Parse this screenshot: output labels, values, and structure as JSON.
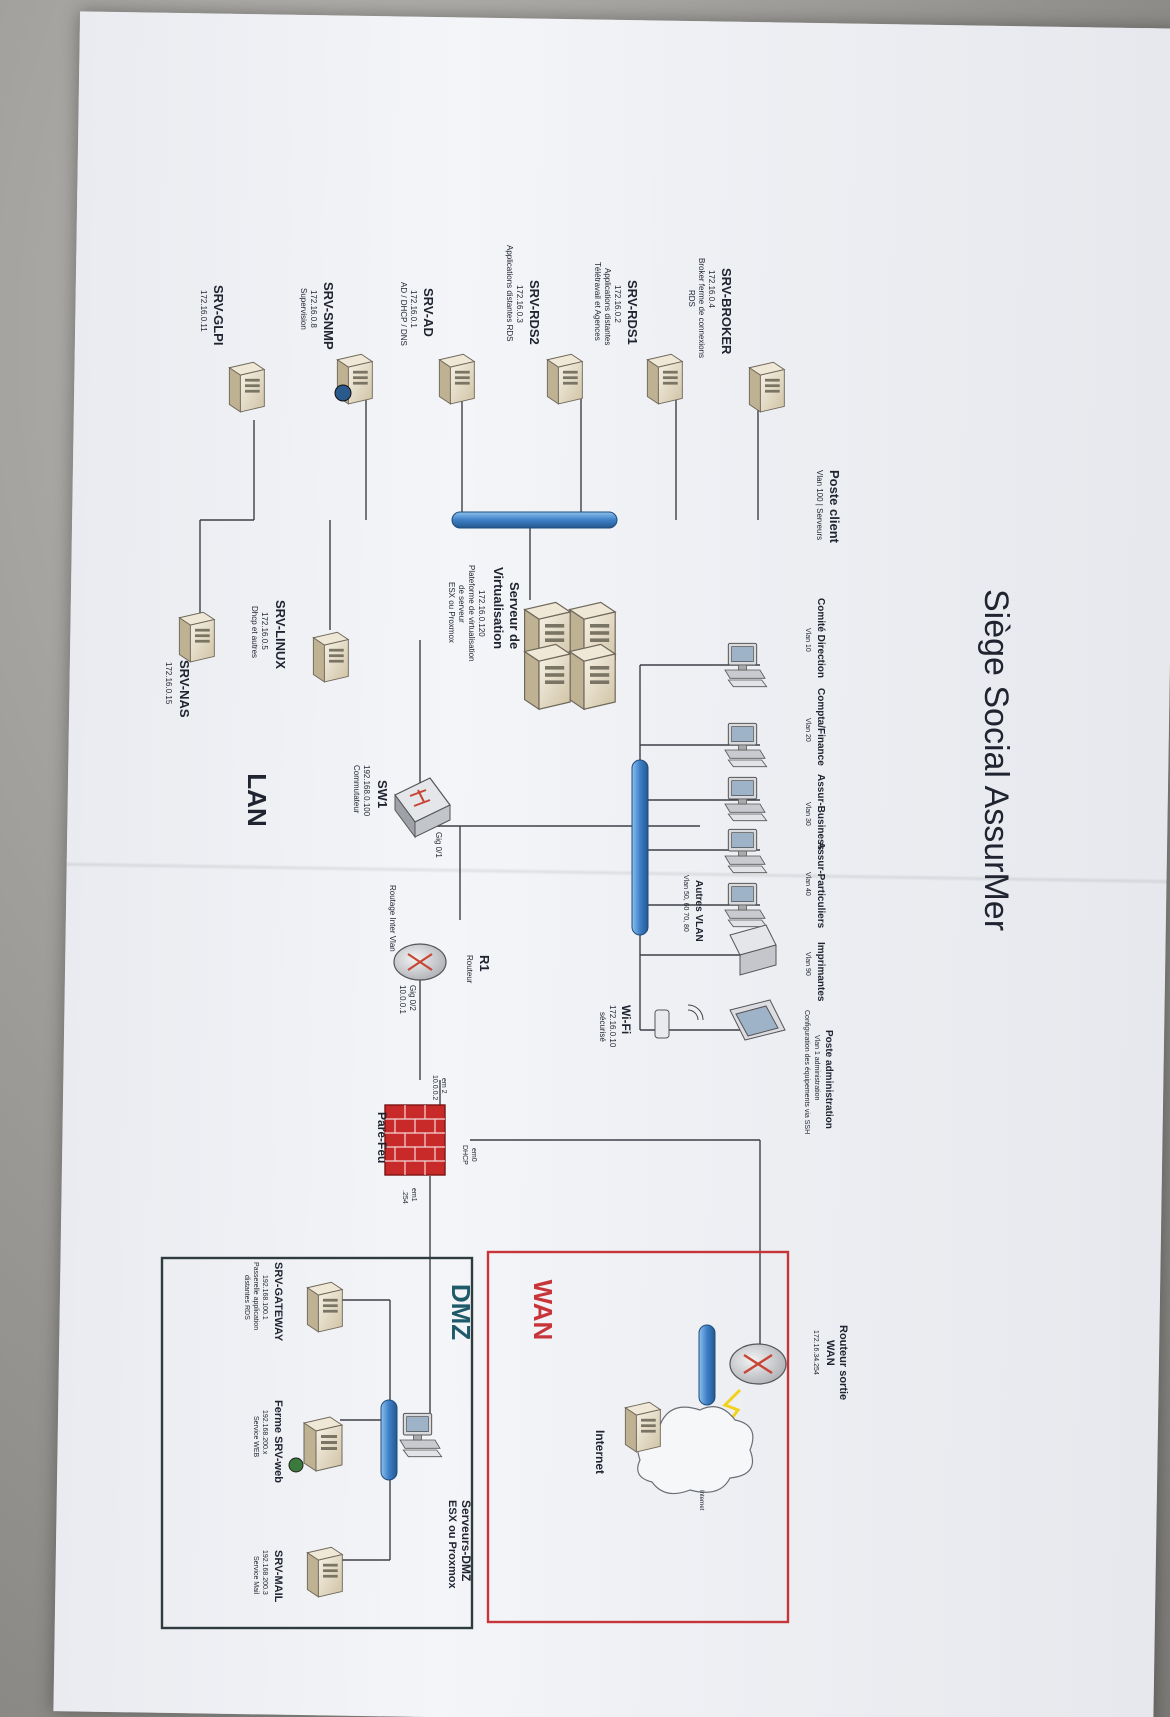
{
  "title": "Siège Social AssurMer",
  "zones": {
    "lan": "LAN",
    "wan": "WAN",
    "dmz": "DMZ"
  },
  "servers": [
    {
      "id": "broker",
      "name": "SRV-BROKER",
      "lines": [
        "172.16.0.4",
        "Broker ferme de connexions",
        "RDS"
      ]
    },
    {
      "id": "rds1",
      "name": "SRV-RDS1",
      "lines": [
        "172.16.0.2",
        "Applications distantes",
        "Télétravail et Agences"
      ]
    },
    {
      "id": "rds2",
      "name": "SRV-RDS2",
      "lines": [
        "172.16.0.3",
        "Applications distantes RDS"
      ]
    },
    {
      "id": "ad",
      "name": "SRV-AD",
      "lines": [
        "172.16.0.1",
        "AD / DHCP / DNS"
      ]
    },
    {
      "id": "snmp",
      "name": "SRV-SNMP",
      "lines": [
        "172.16.0.8",
        "Supervision"
      ]
    },
    {
      "id": "glpi",
      "name": "SRV-GLPI",
      "lines": [
        "172.16.0.11"
      ]
    }
  ],
  "poste_client": {
    "name": "Poste client",
    "lines": [
      "Vlan 100 | Serveurs"
    ]
  },
  "virtualisation": {
    "name": "Serveur de",
    "name2": "Virtualisation",
    "lines": [
      "172.16.0.120",
      "Plateforme de virtualisation",
      "de serveur",
      "ESX ou Proxmox"
    ]
  },
  "linux": {
    "name": "SRV-LINUX",
    "lines": [
      "172.16.0.5",
      "Dhcp et autres"
    ]
  },
  "nas": {
    "name": "SRV-NAS",
    "lines": [
      "172.16.0.15"
    ]
  },
  "sw1": {
    "name": "SW1",
    "lines": [
      "192.168.0.100",
      "Commutateur"
    ],
    "port": "Gig 0/1"
  },
  "r1": {
    "name": "R1",
    "lines": [
      "Routeur"
    ],
    "port": "Gig 0/2",
    "ip": "10.0.0.1",
    "note": "Routage Inter Vlan"
  },
  "departments": [
    {
      "name": "Comité Direction",
      "vlan": "Vlan 10"
    },
    {
      "name": "Compta/Finance",
      "vlan": "Vlan 20"
    },
    {
      "name": "Assur-Business",
      "vlan": "Vlan 30"
    },
    {
      "name": "Assur-Particuliers",
      "vlan": "Vlan 40"
    },
    {
      "name": "Imprimantes",
      "vlan": "Vlan 90"
    }
  ],
  "admin": {
    "name": "Poste administration",
    "lines": [
      "Vlan 1 administration",
      "Configuration des équipements via SSH"
    ]
  },
  "autres_vlan": {
    "name": "Autres VLAN",
    "lines": [
      "Vlan 50, 60 70, 80"
    ]
  },
  "wifi": {
    "name": "Wi-Fi",
    "lines": [
      "172.16.0.10",
      "sécurisé"
    ]
  },
  "firewall": {
    "name": "Pare-Feu",
    "em2": "em 2",
    "em2_ip": "10.0.0.2",
    "em0": "em0",
    "em0_ip": "DHCP",
    "em1": "em1",
    "em1_ip": ".254"
  },
  "wan_router": {
    "name": "Routeur sortie",
    "name2": "WAN",
    "lines": [
      "172.16.34.254"
    ]
  },
  "internet": {
    "label": "Internet",
    "cloud": "Internet"
  },
  "dmz_servers": {
    "name": "Serveurs-DMZ",
    "lines": [
      "ESX ou Proxmox"
    ]
  },
  "gateway": {
    "name": "SRV-GATEWAY",
    "lines": [
      "192.168.100.1",
      "Passerelle application",
      "distantes RDS"
    ]
  },
  "web": {
    "name": "Ferme SRV-web",
    "lines": [
      "192.168.200.x",
      "Service WEB"
    ]
  },
  "mail": {
    "name": "SRV-MAIL",
    "lines": [
      "192.168.200.3",
      "Service Mail"
    ]
  },
  "colors": {
    "wan_border": "#c7353a",
    "dmz_border": "#2e3b3f",
    "bus": "#3d7fc6",
    "firewall": "#c82a2a",
    "title": "#1f2430"
  }
}
